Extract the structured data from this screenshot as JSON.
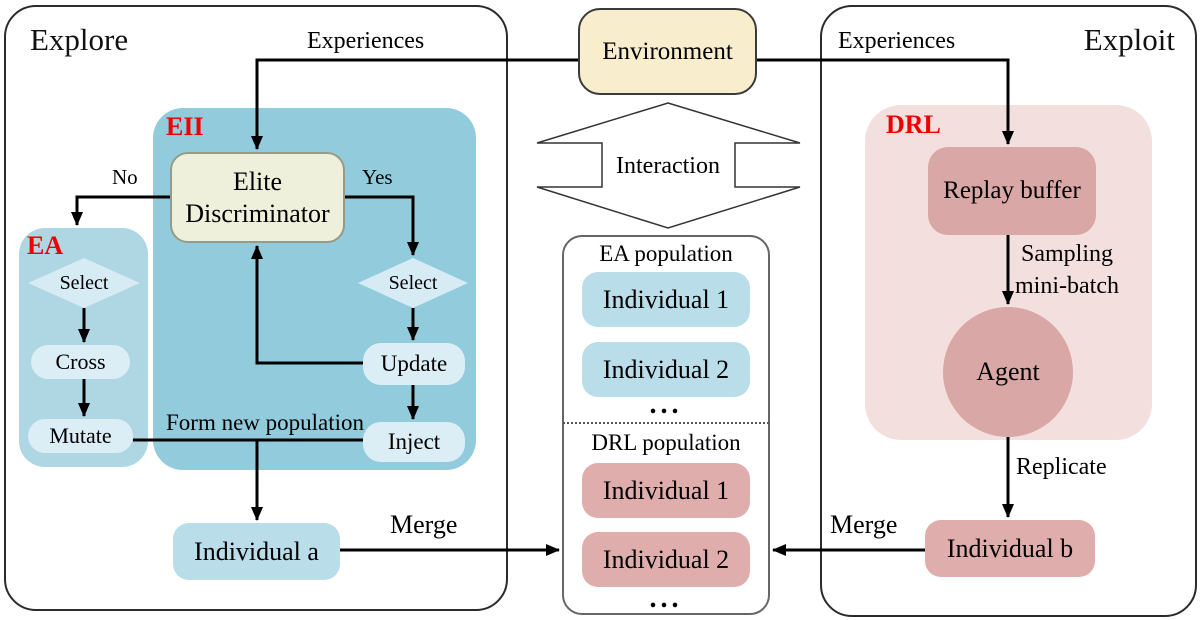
{
  "panels": {
    "explore": {
      "title": "Explore"
    },
    "exploit": {
      "title": "Exploit"
    }
  },
  "environment": {
    "label": "Environment"
  },
  "interaction": {
    "label": "Interaction"
  },
  "edges": {
    "experiences_left": "Experiences",
    "experiences_right": "Experiences",
    "no": "No",
    "yes": "Yes",
    "form_new_population": "Form new population",
    "merge_left": "Merge",
    "merge_right": "Merge",
    "sampling_line1": "Sampling",
    "sampling_line2": "mini-batch",
    "replicate": "Replicate"
  },
  "eii": {
    "label": "EII",
    "elite_discriminator_line1": "Elite",
    "elite_discriminator_line2": "Discriminator",
    "select": "Select",
    "update": "Update",
    "inject": "Inject"
  },
  "ea": {
    "label": "EA",
    "select": "Select",
    "cross": "Cross",
    "mutate": "Mutate",
    "individual_a": "Individual a"
  },
  "drl": {
    "label": "DRL",
    "replay_buffer": "Replay buffer",
    "agent": "Agent",
    "individual_b": "Individual b"
  },
  "population": {
    "ea_title": "EA population",
    "ea_individuals": [
      "Individual 1",
      "Individual 2"
    ],
    "ellipsis_top": "...",
    "drl_title": "DRL population",
    "drl_individuals": [
      "Individual 1",
      "Individual 2"
    ],
    "ellipsis_bottom": "..."
  },
  "colors": {
    "eii_fill": "#92cbdc",
    "ea_fill": "#aed6e3",
    "pill_fill": "#dceef5",
    "diamond_fill": "#d7ebf4",
    "elite_discriminator_fill": "#eef0dc",
    "environment_fill": "#f8eecd",
    "blue_individual_fill": "#b9dde9",
    "pink_individual_fill": "#dfaeac",
    "drl_outer_fill": "#f3dfdd",
    "drl_inner_fill": "#d9a7a5",
    "label_red": "#ee0000",
    "arrow_black": "#000000"
  }
}
